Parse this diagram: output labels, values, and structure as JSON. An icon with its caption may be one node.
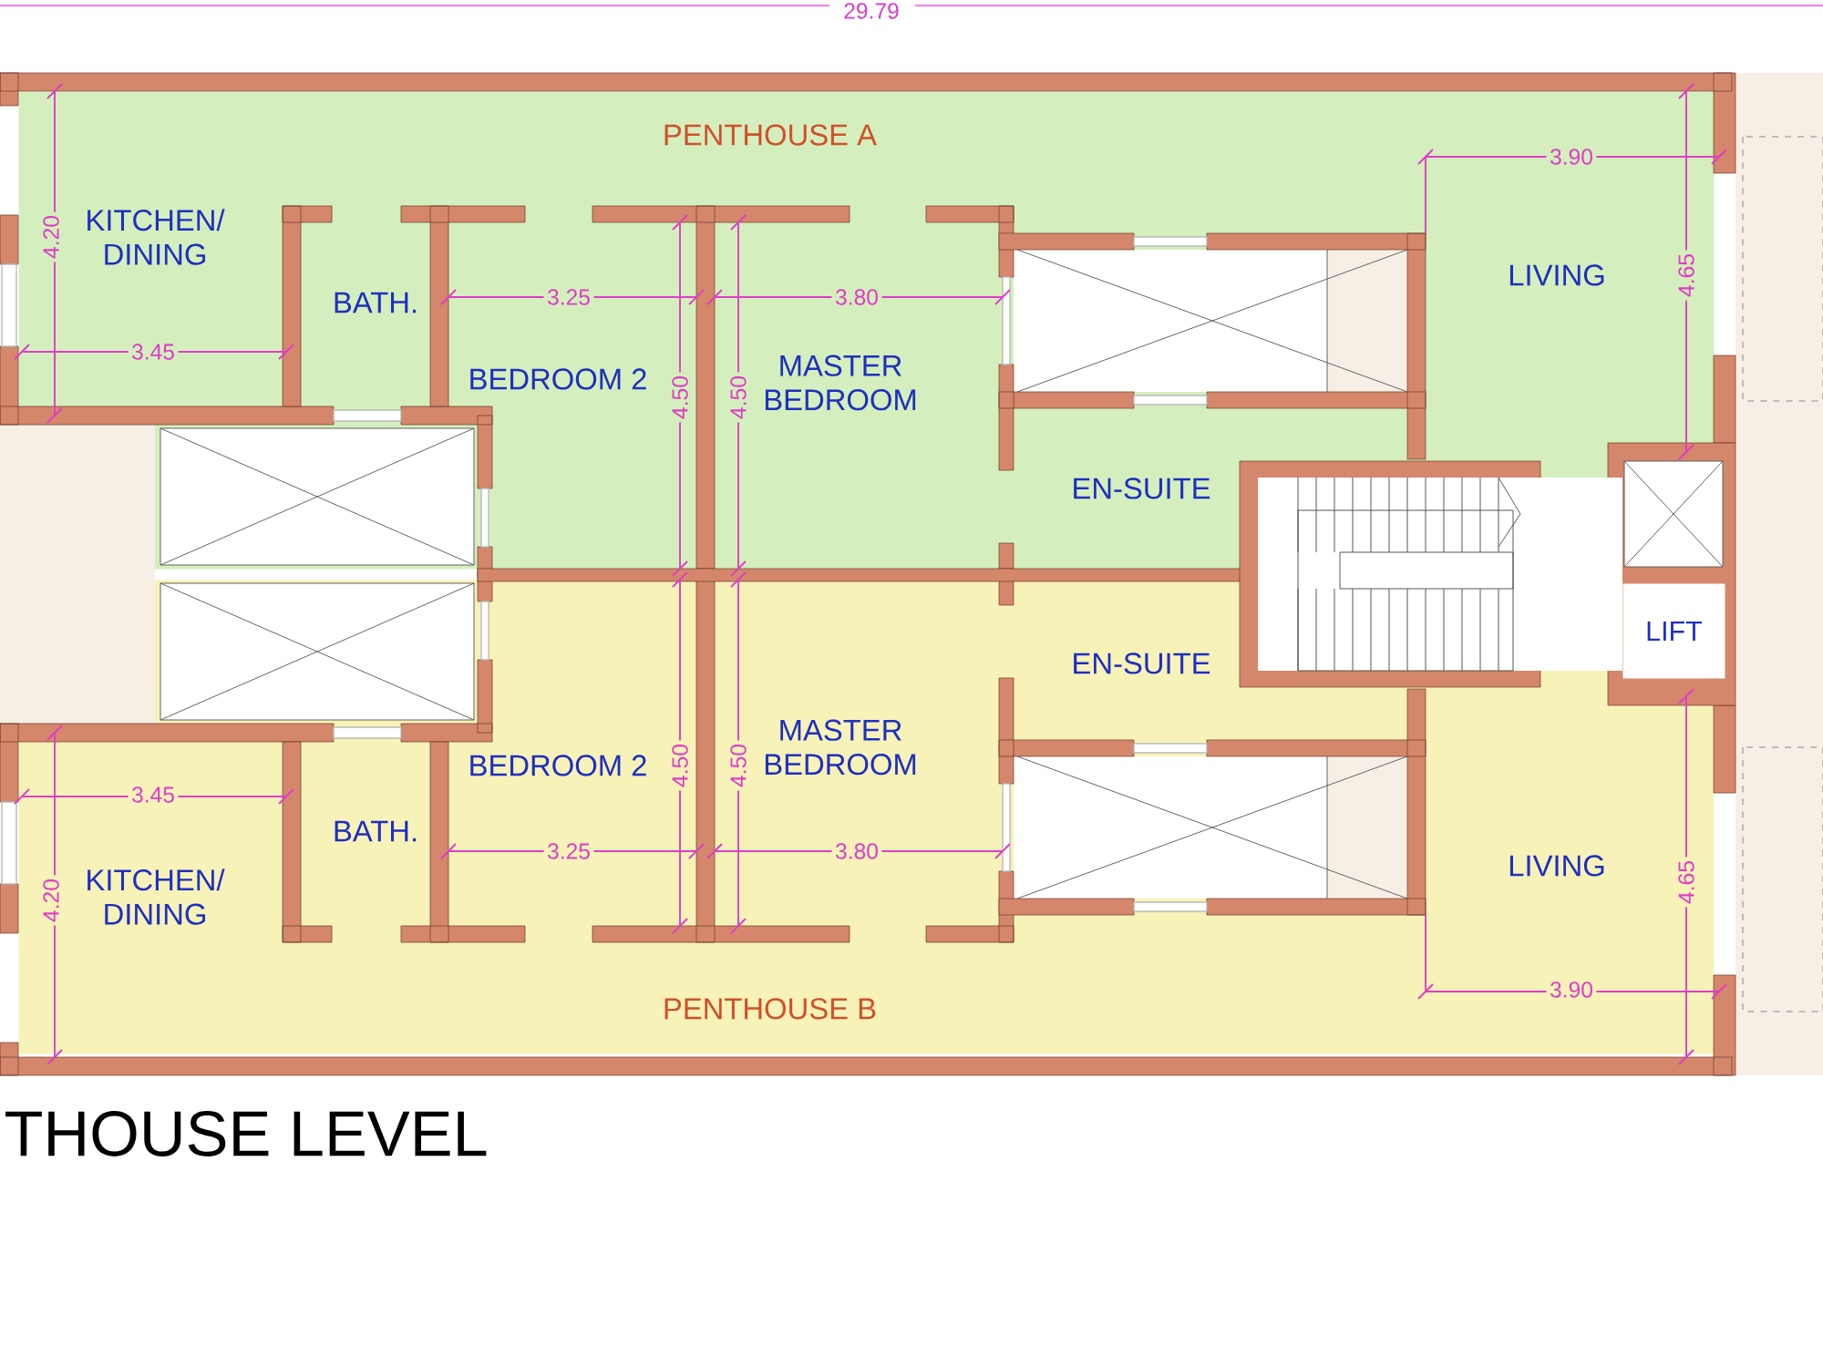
{
  "diagram": {
    "title": "THOUSE LEVEL",
    "nodes": [
      {
        "text": [
          "PENTHOUSE A"
        ]
      },
      {
        "text": [
          "PENTHOUSE B"
        ]
      },
      {
        "text": [
          "LIFT"
        ]
      }
    ],
    "labels": [
      "29.79",
      "KITCHEN/ DINING",
      "4.20",
      "BATH.",
      "3.25",
      "3.80",
      "3.45",
      "BEDROOM 2",
      "4.50",
      "4.50",
      "MASTER BEDROOM",
      "3.90",
      "LIVING",
      "4.65",
      "EN-SUITE",
      "EN-SUITE",
      "MASTER BEDROOM",
      "BEDROOM 2",
      "4.50",
      "4.50",
      "3.45",
      "BATH.",
      "3.25",
      "3.80",
      "LIVING",
      "4.65",
      "KITCHEN/ DINING",
      "4.20",
      "3.90"
    ]
  }
}
